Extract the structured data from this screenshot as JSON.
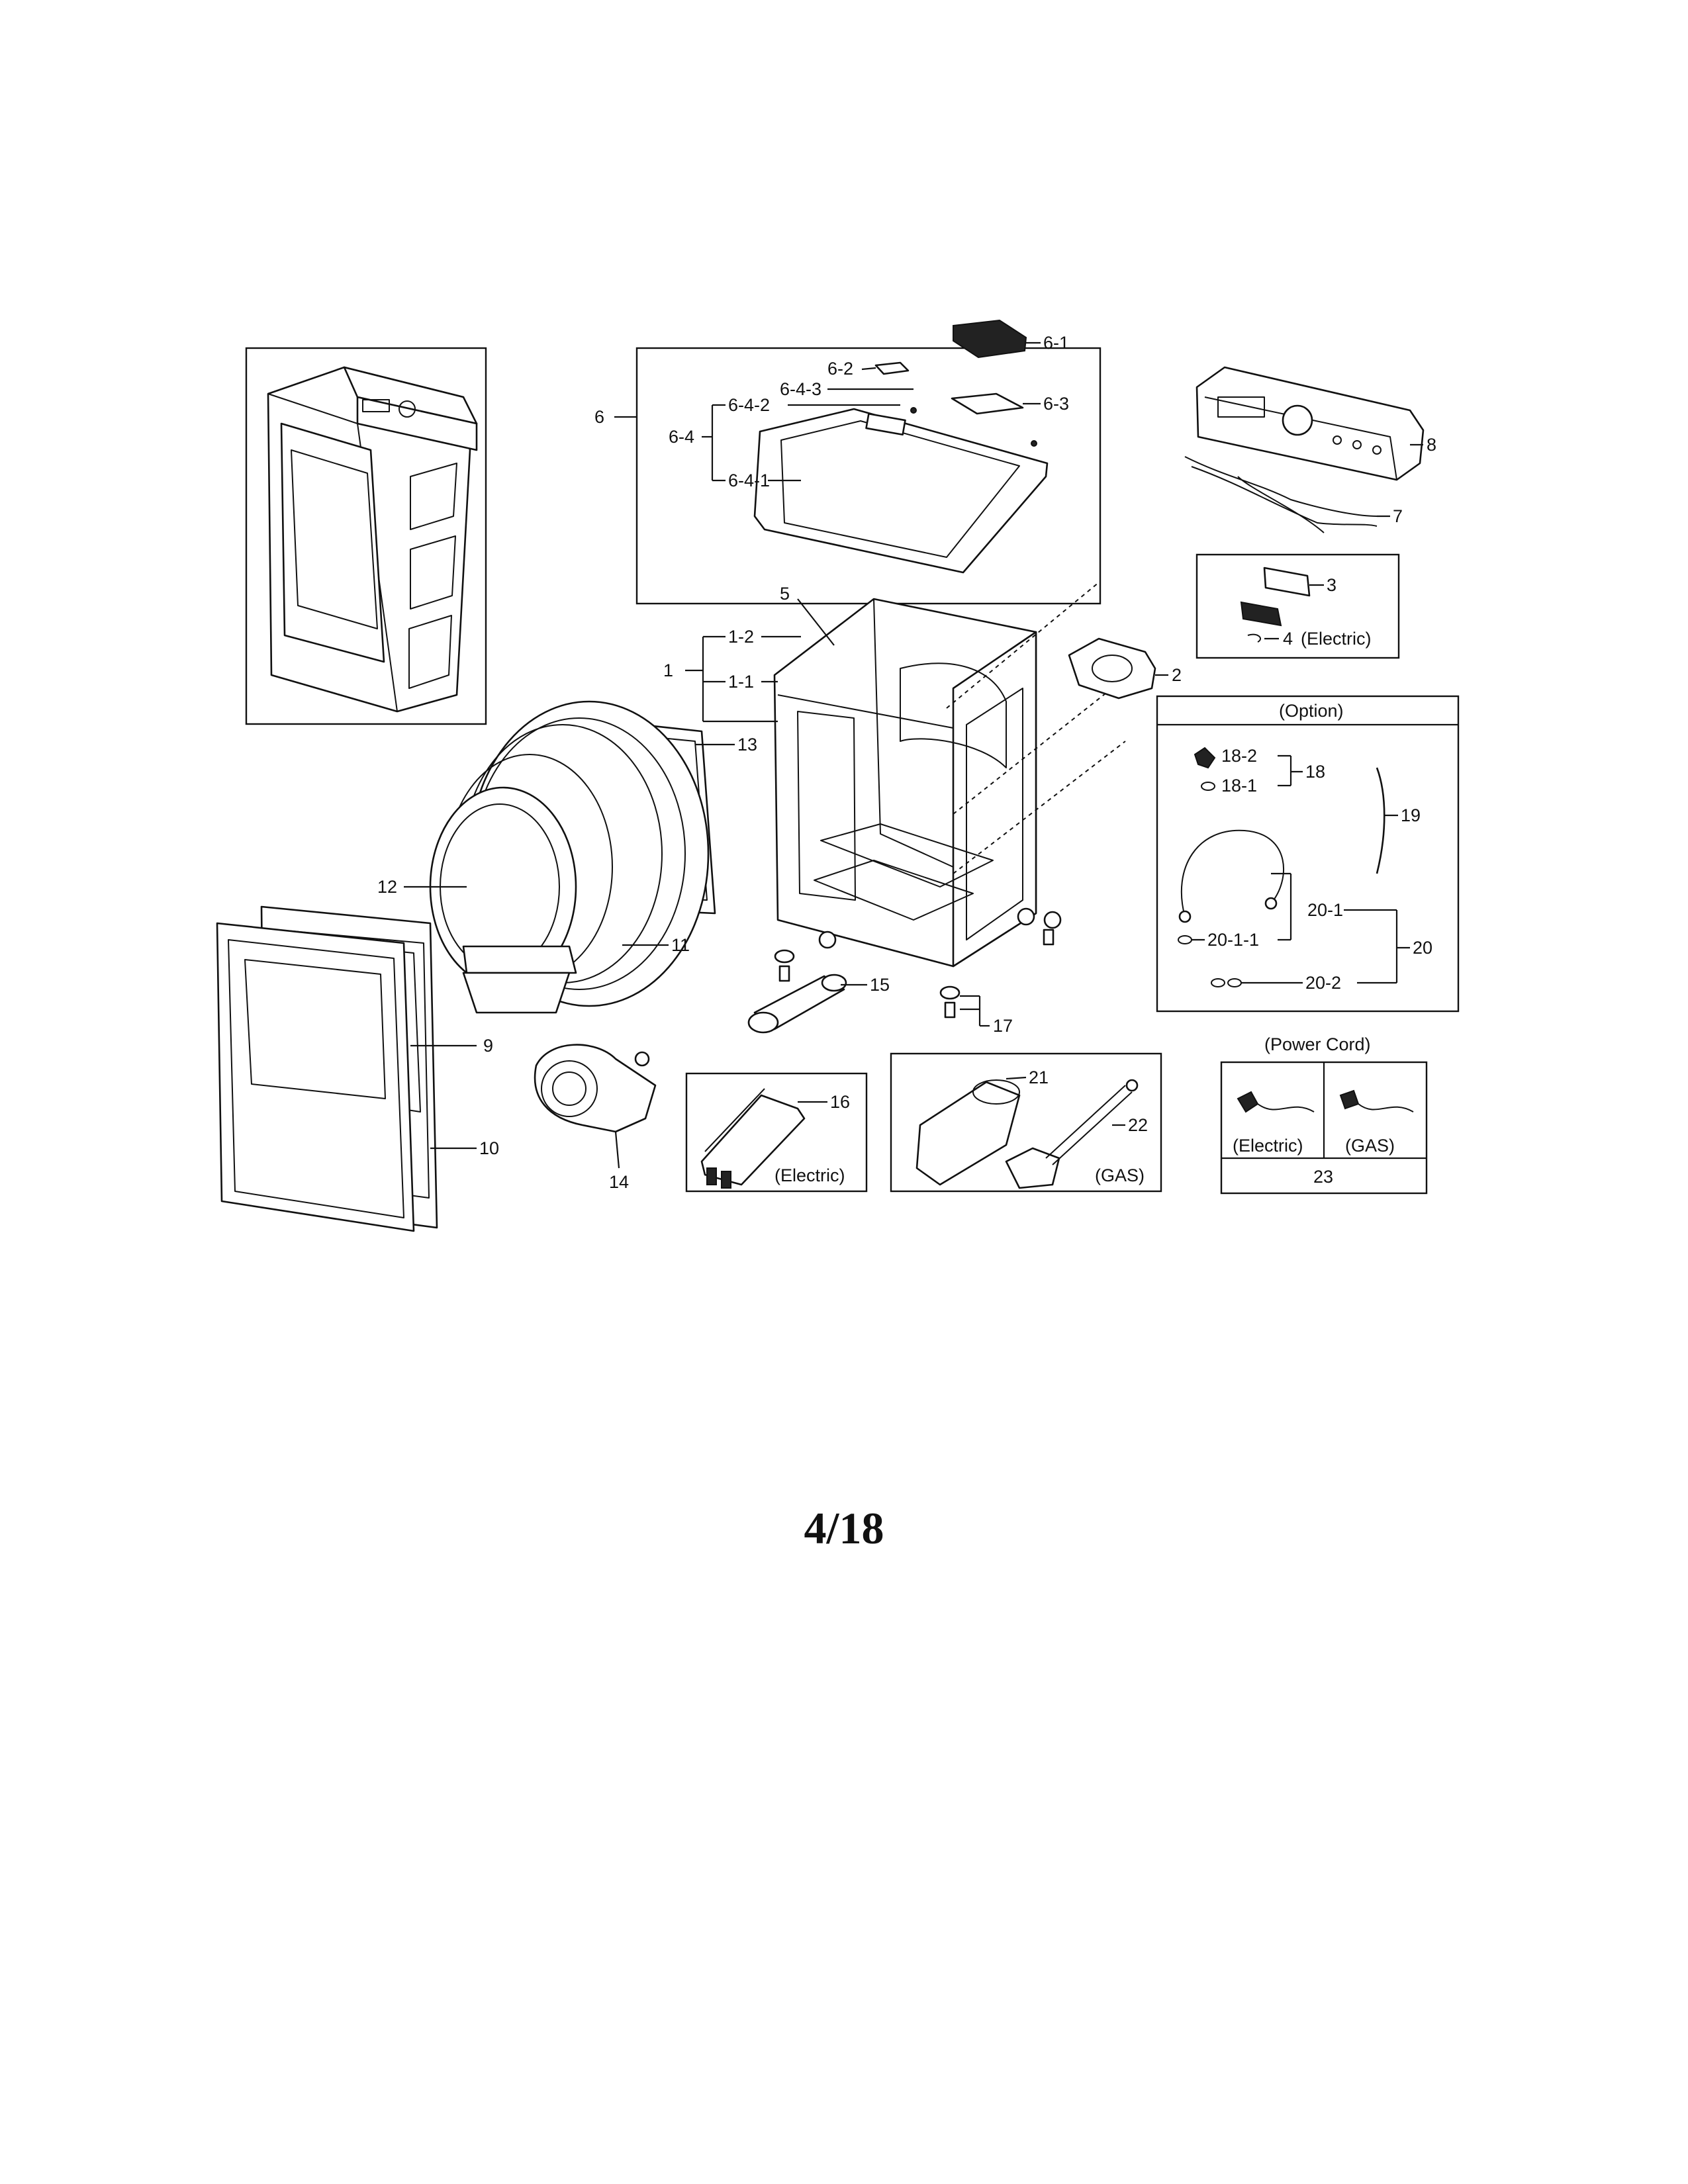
{
  "page_number": "4/18",
  "labels": {
    "l1": "1",
    "l1_1": "1-1",
    "l1_2": "1-2",
    "l2": "2",
    "l3": "3",
    "l4": "4",
    "l5": "5",
    "l6": "6",
    "l6_1": "6-1",
    "l6_2": "6-2",
    "l6_3": "6-3",
    "l6_4": "6-4",
    "l6_4_1": "6-4-1",
    "l6_4_2": "6-4-2",
    "l6_4_3": "6-4-3",
    "l7": "7",
    "l8": "8",
    "l9": "9",
    "l10": "10",
    "l11": "11",
    "l12": "12",
    "l13": "13",
    "l14": "14",
    "l15": "15",
    "l16": "16",
    "l17": "17",
    "l18": "18",
    "l18_1": "18-1",
    "l18_2": "18-2",
    "l19": "19",
    "l20": "20",
    "l20_1": "20-1",
    "l20_1_1": "20-1-1",
    "l20_2": "20-2",
    "l21": "21",
    "l22": "22",
    "l23": "23"
  },
  "captions": {
    "electric_heater_box": "(Electric)",
    "electric_sensor_box": "(Electric)",
    "gas_box": "(GAS)",
    "option_title": "(Option)",
    "power_cord_title": "(Power Cord)",
    "power_cord_electric": "(Electric)",
    "power_cord_gas": "(GAS)"
  }
}
